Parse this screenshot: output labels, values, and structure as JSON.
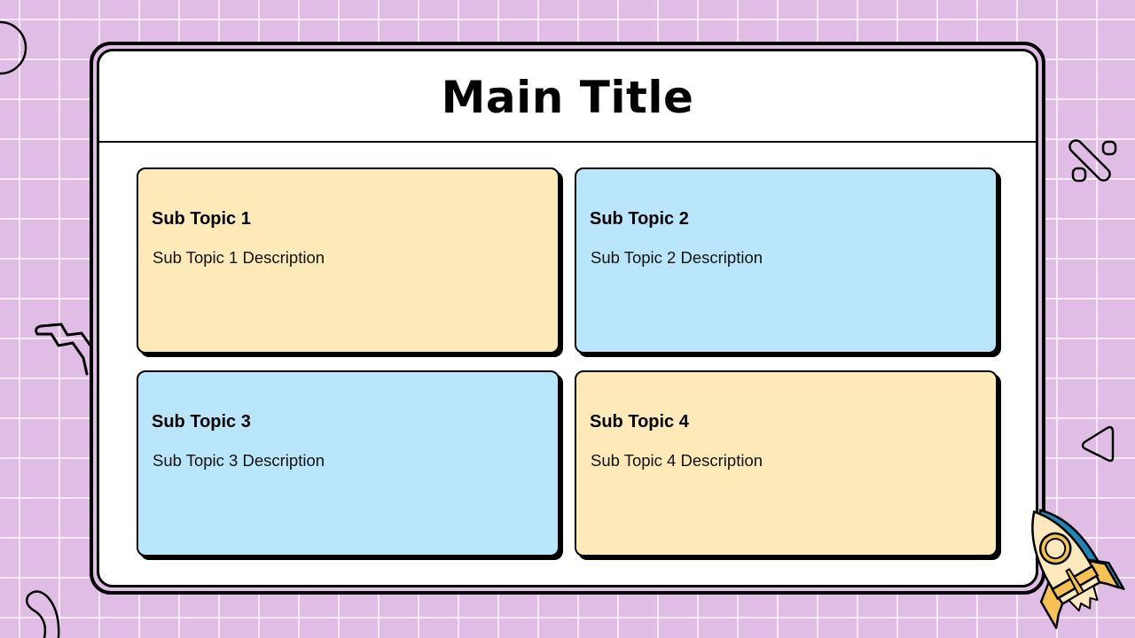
{
  "slide": {
    "title": "Main Title",
    "colors": {
      "background": "#e0bde4",
      "grid_line": "#f7e8f8",
      "frame_border": "#000000",
      "panel": "#ffffff",
      "card_yellow": "#fdeab8",
      "card_blue": "#b9e6fb",
      "rocket_body": "#fde9bd",
      "rocket_accent": "#f5c253",
      "rocket_shadow": "#1d87b8"
    },
    "cards": [
      {
        "title": "Sub Topic 1",
        "description": "Sub Topic 1 Description",
        "color": "yellow"
      },
      {
        "title": "Sub Topic 2",
        "description": "Sub Topic 2 Description",
        "color": "blue"
      },
      {
        "title": "Sub Topic 3",
        "description": "Sub Topic 3 Description",
        "color": "blue"
      },
      {
        "title": "Sub Topic 4",
        "description": "Sub Topic 4 Description",
        "color": "yellow"
      }
    ],
    "decorations": [
      "circle-outline",
      "zigzag-line",
      "arc-shape",
      "percent-shape",
      "triangle-outline",
      "rocket-illustration"
    ]
  }
}
